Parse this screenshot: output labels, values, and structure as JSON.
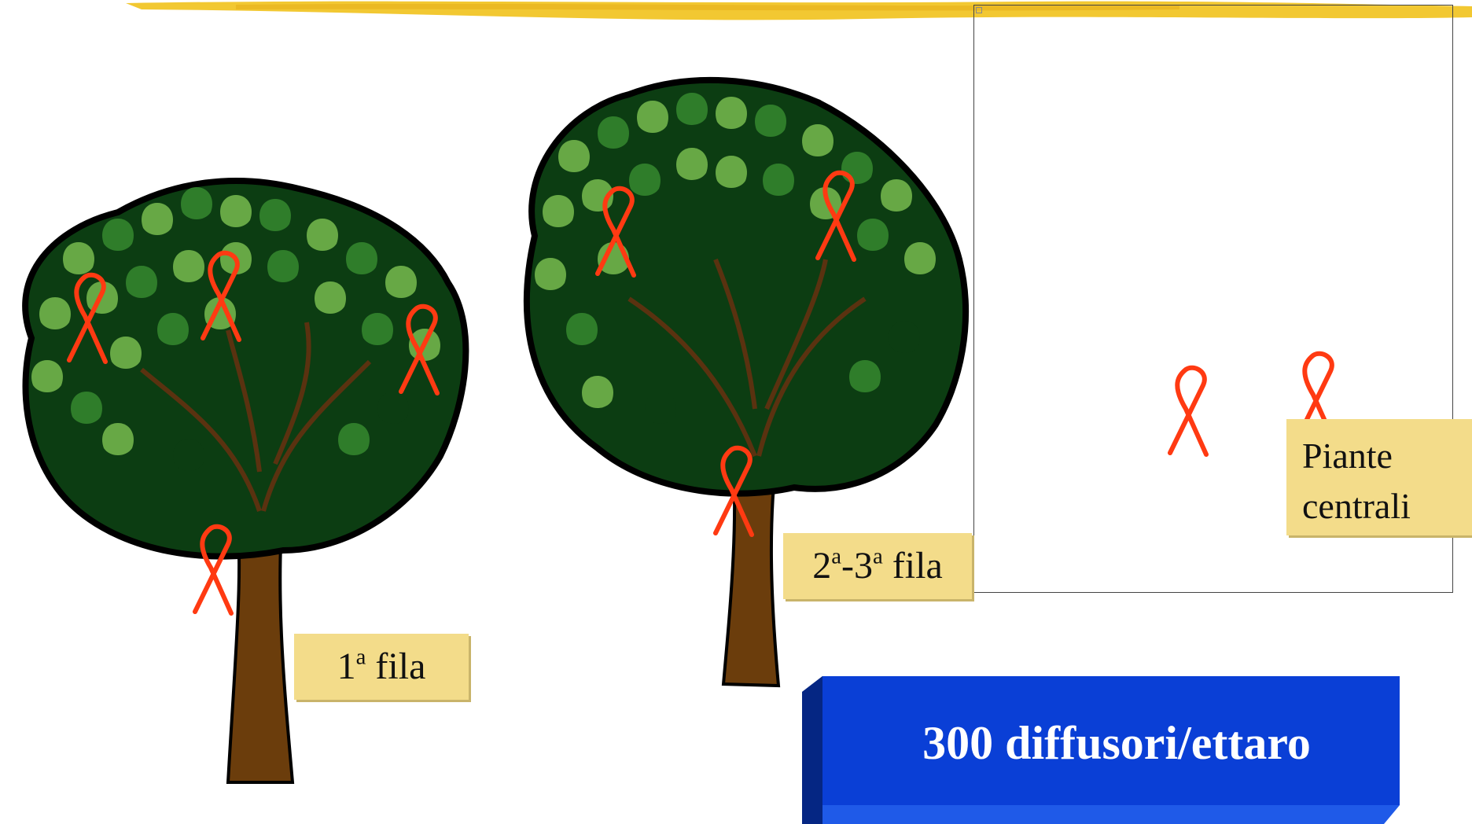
{
  "slide": {
    "labels": {
      "row1": {
        "number": "1",
        "sup": "a",
        "text": " fila"
      },
      "row23": {
        "number1": "2",
        "sup1": "a",
        "dash": "-3",
        "sup2": "a",
        "text": " fila"
      },
      "central": {
        "line1": "Piante",
        "line2": "centrali"
      }
    },
    "banner": {
      "text": "300 diffusori/ettaro"
    }
  },
  "colors": {
    "background": "#ffffff",
    "label_fill": "#f3dc8a",
    "banner_blue": "#0a3fd6",
    "ribbon_red": "#ff3a12",
    "header_stroke": "#f2c832",
    "leaf_dark": "#0c3d12",
    "leaf_mid": "#2f7d2a",
    "leaf_light": "#67a845",
    "trunk_brown": "#6b3d0c"
  },
  "icons": {
    "trees": [
      "tree-icon",
      "tree-icon"
    ],
    "ribbon": "red-ribbon-icon"
  }
}
